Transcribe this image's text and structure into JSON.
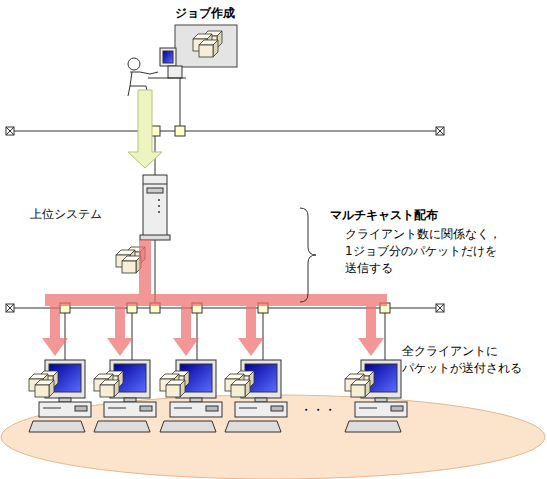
{
  "diagram": {
    "nodes": [
      {
        "text": [
          "ジョブ作成"
        ]
      },
      {
        "text": [
          "上位システム"
        ]
      }
    ],
    "edges": [
      {
        "from": 0,
        "to": 1,
        "arrow": "to"
      }
    ],
    "labels": [
      "マルチキャスト配布",
      "クライアント数に関係なく， 1ジョブ分のパケットだけを 送信する",
      "全クライアントに パケットが送付される",
      "・・・"
    ]
  }
}
